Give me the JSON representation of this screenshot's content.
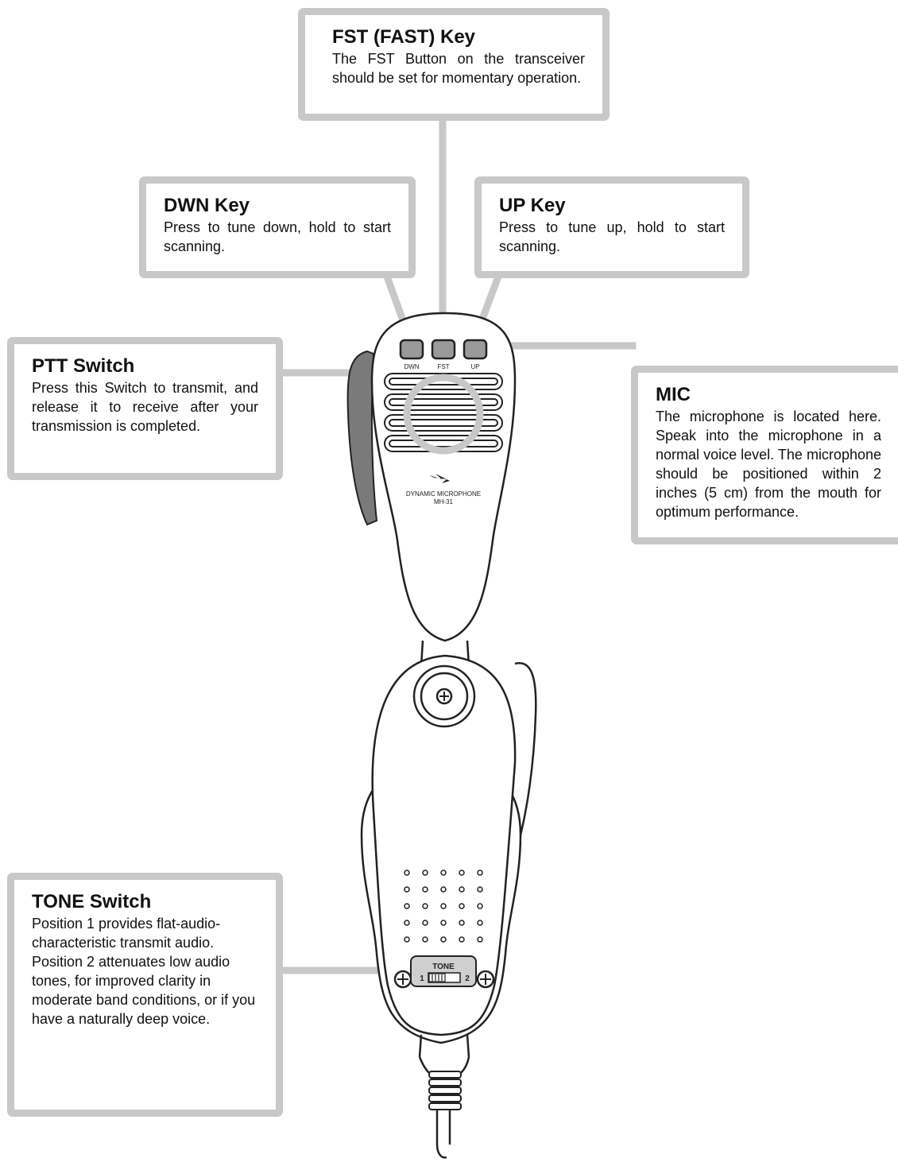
{
  "colors": {
    "callout_border": "#c8c8c8",
    "ptt_switch": "#7a7a7a",
    "ink": "#222222"
  },
  "callouts": {
    "fst": {
      "title": "FST (FAST) Key",
      "body": "The FST Button on the transceiver should be set for momentary operation."
    },
    "dwn": {
      "title": "DWN Key",
      "body": "Press to tune down, hold to start scanning."
    },
    "up": {
      "title": "UP Key",
      "body": "Press to tune up, hold to start scanning."
    },
    "ptt": {
      "title": "PTT Switch",
      "body": "Press this Switch to transmit, and release it to receive after your transmission is completed."
    },
    "mic": {
      "title": "MIC",
      "body": "The microphone is located here. Speak into the microphone in a normal voice level. The microphone should be positioned within 2 inches (5 cm) from the mouth for optimum performance."
    },
    "tone": {
      "title": "TONE Switch",
      "body": "Position 1 provides flat-audio-characteristic transmit audio. Position 2 attenuates low audio tones, for improved clarity in moderate band conditions, or if you have a naturally deep voice."
    }
  },
  "microphone_front": {
    "key_labels": {
      "dwn": "DWN",
      "fst": "FST",
      "up": "UP"
    },
    "brand_line1": "DYNAMIC MICROPHONE",
    "brand_line2": "MH-31"
  },
  "microphone_back": {
    "tone_label": "TONE",
    "position_1": "1",
    "position_2": "2"
  }
}
